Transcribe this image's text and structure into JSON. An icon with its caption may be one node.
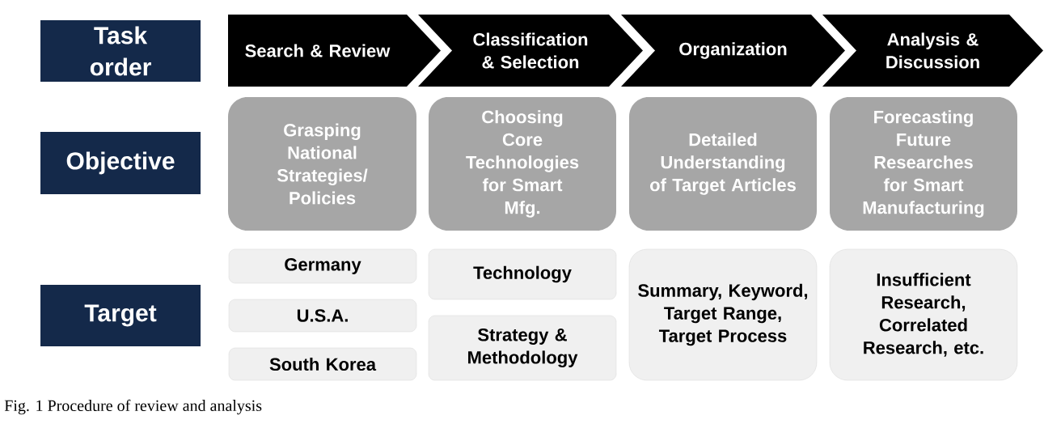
{
  "diagram": {
    "caption": "Fig. 1 Procedure of review and analysis",
    "nodes": [
      {
        "text": [
          "Task order"
        ]
      },
      {
        "text": [
          "Objective"
        ]
      },
      {
        "text": [
          "Target"
        ]
      },
      {
        "text": [
          "Search & Review"
        ]
      },
      {
        "text": [
          "Classification & Selection"
        ]
      },
      {
        "text": [
          "Organization"
        ]
      },
      {
        "text": [
          "Analysis & Discussion"
        ]
      },
      {
        "text": [
          "Grasping National Strategies/ Policies"
        ]
      },
      {
        "text": [
          "Choosing Core Technologies for Smart Mfg."
        ]
      },
      {
        "text": [
          "Detailed Understanding of Target Articles"
        ]
      },
      {
        "text": [
          "Forecasting Future Researches for Smart Manufacturing"
        ]
      },
      {
        "text": [
          "Germany"
        ]
      },
      {
        "text": [
          "U.S.A."
        ]
      },
      {
        "text": [
          "South Korea"
        ]
      },
      {
        "text": [
          "Technology"
        ]
      },
      {
        "text": [
          "Strategy & Methodology"
        ]
      },
      {
        "text": [
          "Summary, Keyword, Target Range, Target Process"
        ]
      },
      {
        "text": [
          "Insufficient Research, Correlated Research, etc."
        ]
      }
    ]
  }
}
